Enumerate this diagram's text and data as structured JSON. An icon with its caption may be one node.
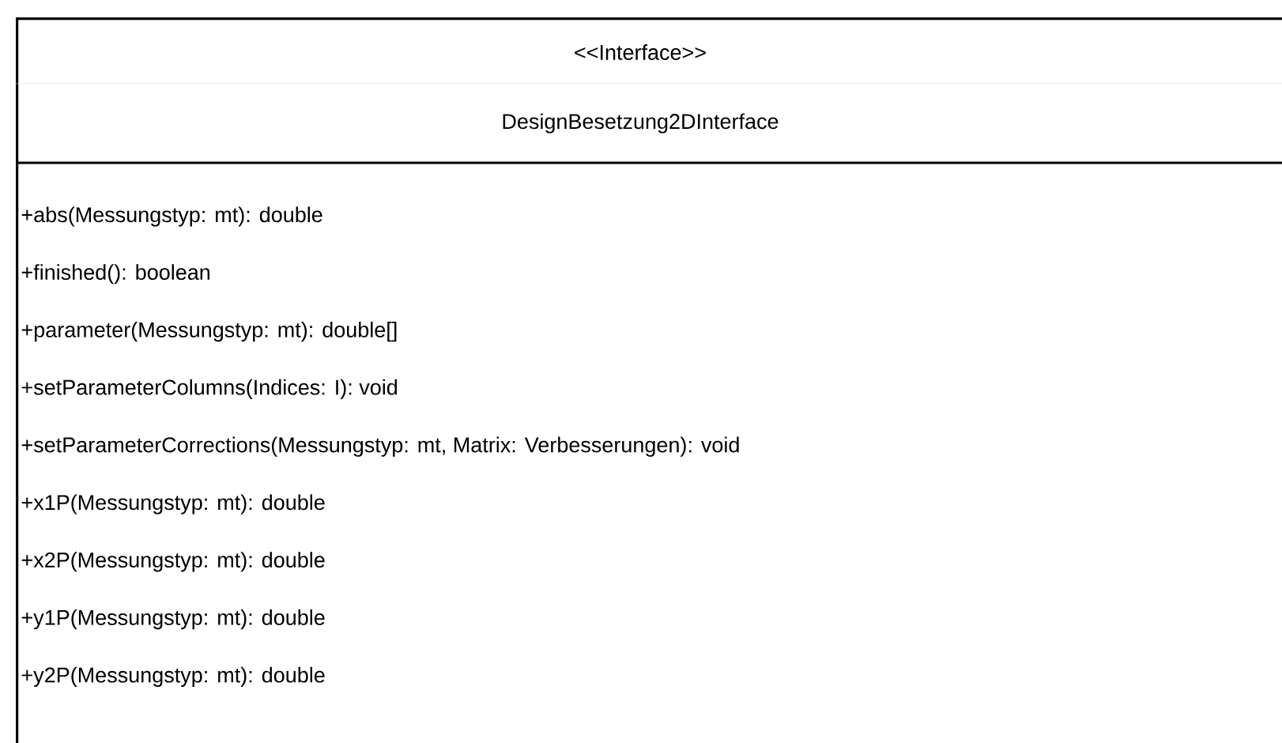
{
  "diagram": {
    "nodes": [
      {
        "text": [
          "<<Interface>>",
          "DesignBesetzung2DInterface",
          "+abs(Messungstyp: mt): double",
          "+finished(): boolean",
          "+parameter(Messungstyp: mt): double[]",
          "+setParameterColumns(Indices: I): void",
          "+setParameterCorrections(Messungstyp: mt, Matrix: Verbesserungen): void",
          "+x1P(Messungstyp: mt): double",
          "+x2P(Messungstyp: mt): double",
          "+y1P(Messungstyp: mt): double",
          "+y2P(Messungstyp: mt): double"
        ]
      }
    ]
  }
}
